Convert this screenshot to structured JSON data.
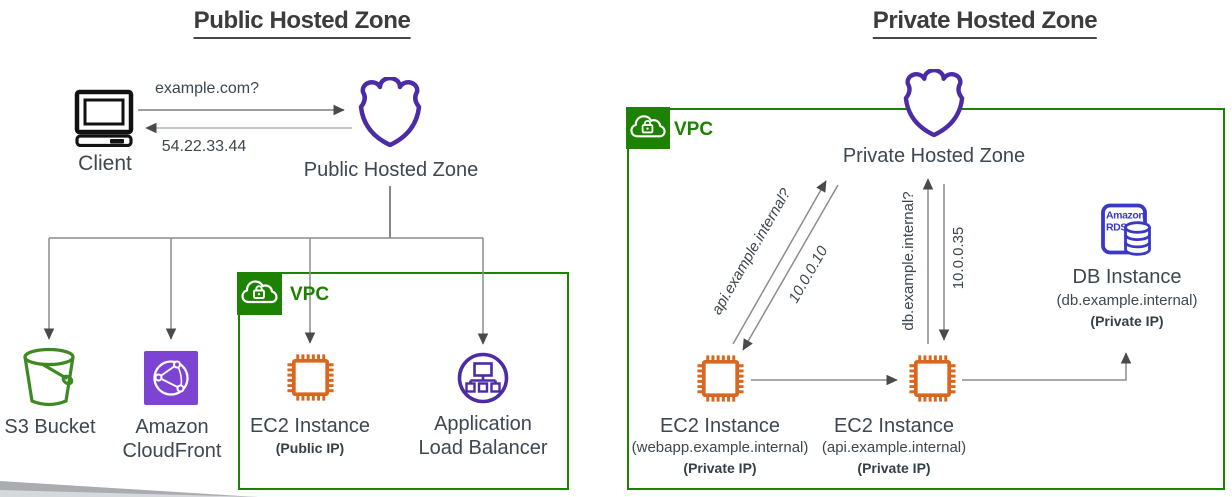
{
  "colors": {
    "shield_purple": "#4b2ba6",
    "vpc_green": "#1d8102",
    "s3_green": "#3e8a22",
    "ec2_orange": "#d9671f",
    "cloudfront_purple": "#7d44d4",
    "alb_purple": "#4b2ba6",
    "rds_blue": "#3939c6",
    "line_gray": "#8c8c8c",
    "arrowhead_gray": "#4a4a4a",
    "label_text": "#3d474f",
    "title_text": "#3c3c3c"
  },
  "public_panel": {
    "title": "Public Hosted Zone",
    "client_label": "Client",
    "query_label": "example.com?",
    "response_label": "54.22.33.44",
    "zone_label": "Public Hosted Zone",
    "vpc_label": "VPC",
    "s3_label": "S3 Bucket",
    "cloudfront_label_1": "Amazon",
    "cloudfront_label_2": "CloudFront",
    "ec2_label": "EC2 Instance",
    "ec2_sublabel": "(Public IP)",
    "alb_label_1": "Application",
    "alb_label_2": "Load Balancer"
  },
  "private_panel": {
    "title": "Private Hosted Zone",
    "zone_label": "Private Hosted Zone",
    "vpc_label": "VPC",
    "api_query_label": "api.example.internal?",
    "api_response_label": "10.0.0.10",
    "db_query_label": "db.example.internal?",
    "db_response_label": "10.0.0.35",
    "ec2_webapp_label": "EC2 Instance",
    "ec2_webapp_sublabel_1": "(webapp.example.internal)",
    "ec2_webapp_sublabel_2": "(Private IP)",
    "ec2_api_label": "EC2 Instance",
    "ec2_api_sublabel_1": "(api.example.internal)",
    "ec2_api_sublabel_2": "(Private IP)",
    "db_label": "DB Instance",
    "db_sublabel_1": "(db.example.internal)",
    "db_sublabel_2": "(Private IP)",
    "rds_icon_text_1": "Amazon",
    "rds_icon_text_2": "RDS"
  }
}
